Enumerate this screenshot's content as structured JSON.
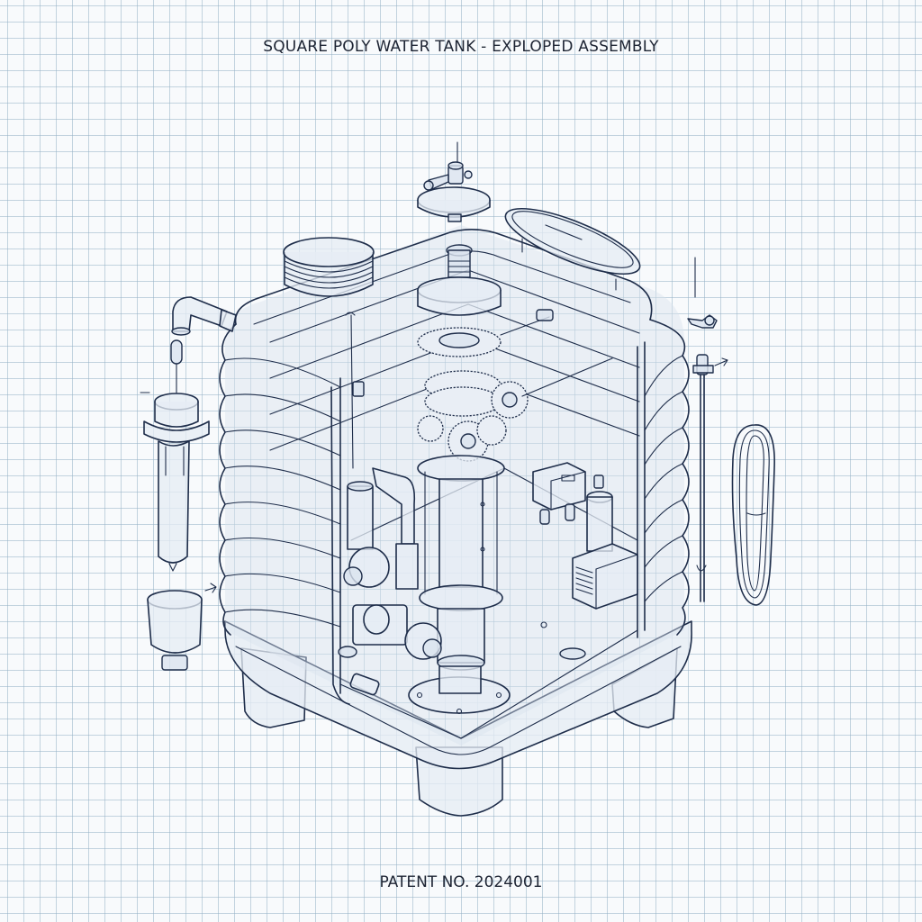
{
  "drawing": {
    "title": "SQUARE POLY WATER TANK - EXPLOPED ASSEMBLY",
    "footer": "PATENT NO. 2024001",
    "style": {
      "paper_color": "#f8fafc",
      "grid_color": "#96b2c6",
      "line_color": "#1e2d4a",
      "shade_color": "#e6ecf4"
    },
    "components": [
      {
        "id": "tank-body",
        "name": "Square poly tank body with ribbed walls"
      },
      {
        "id": "tank-legs",
        "name": "Four support feet"
      },
      {
        "id": "top-valve-cap",
        "name": "Top valve cap with fitting"
      },
      {
        "id": "inspection-lid",
        "name": "Tilted inspection lid"
      },
      {
        "id": "threaded-cap",
        "name": "Threaded fill cap"
      },
      {
        "id": "inlet-elbow",
        "name": "Inlet elbow pipe"
      },
      {
        "id": "cartridge-filter",
        "name": "Cartridge filter housing"
      },
      {
        "id": "sediment-bowl",
        "name": "Sediment bowl"
      },
      {
        "id": "gear-assembly",
        "name": "Central gear drive assembly"
      },
      {
        "id": "center-column",
        "name": "Central pump column"
      },
      {
        "id": "base-flange",
        "name": "Base flange plate"
      },
      {
        "id": "pumps-left",
        "name": "Left pump and motor cluster"
      },
      {
        "id": "control-unit",
        "name": "Control module"
      },
      {
        "id": "float-switch",
        "name": "Float switch"
      },
      {
        "id": "heater-box",
        "name": "Vented heater box"
      },
      {
        "id": "level-rod",
        "name": "Level indicator rod with clip"
      },
      {
        "id": "wing-nut",
        "name": "Wing nut fastener"
      },
      {
        "id": "cable-coil",
        "name": "Coiled cable"
      }
    ]
  }
}
